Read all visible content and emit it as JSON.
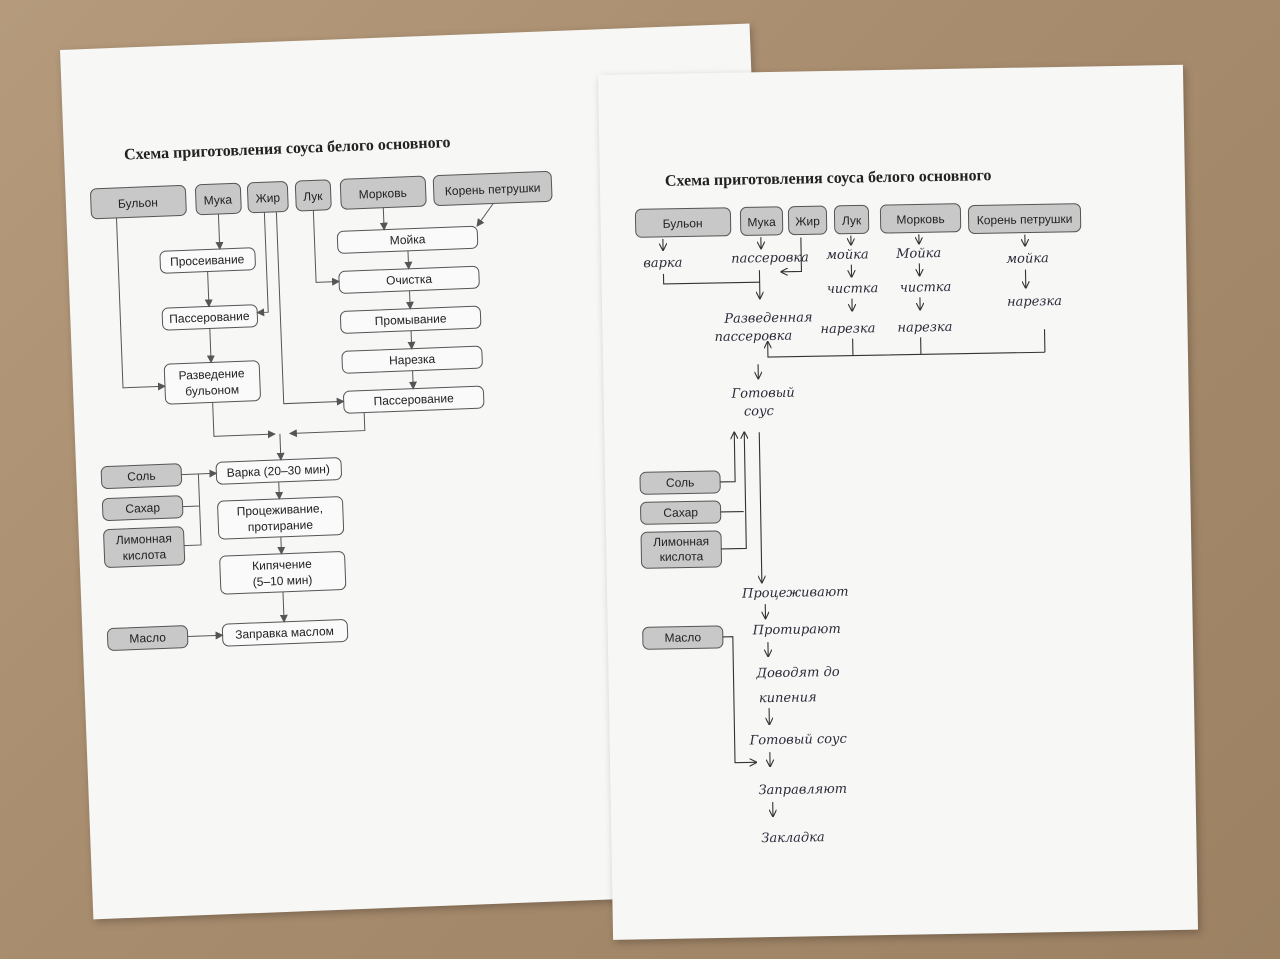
{
  "left_sheet": {
    "title": "Схема приготовления соуса белого основного",
    "ingredients": {
      "broth": "Бульон",
      "flour": "Мука",
      "fat": "Жир",
      "onion": "Лук",
      "carrot": "Морковь",
      "parsley_root": "Корень петрушки",
      "salt": "Соль",
      "sugar": "Сахар",
      "citric_acid_1": "Лимонная",
      "citric_acid_2": "кислота",
      "butter": "Масло"
    },
    "steps": {
      "sifting": "Просеивание",
      "sauteing_flour": "Пассерование",
      "dilution_1": "Разведение",
      "dilution_2": "бульоном",
      "washing": "Мойка",
      "cleaning": "Очистка",
      "rinsing": "Промывание",
      "cutting": "Нарезка",
      "sauteing_veg": "Пассерование",
      "boiling": "Варка (20–30 мин)",
      "straining_1": "Процеживание,",
      "straining_2": "протирание",
      "simmer_1": "Кипячение",
      "simmer_2": "(5–10 мин)",
      "dressing": "Заправка маслом"
    }
  },
  "right_sheet": {
    "title": "Схема приготовления соуса белого основного",
    "ingredients": {
      "broth": "Бульон",
      "flour": "Мука",
      "fat": "Жир",
      "onion": "Лук",
      "carrot": "Морковь",
      "parsley_root": "Корень петрушки",
      "salt": "Соль",
      "sugar": "Сахар",
      "citric_acid_1": "Лимонная",
      "citric_acid_2": "кислота",
      "butter": "Масло"
    },
    "handwritten": {
      "broth_step": "варка",
      "flour_step": "пассеровка",
      "onion_wash": "мойка",
      "onion_clean": "чистка",
      "onion_cut": "нарезка",
      "carrot_wash": "Мойка",
      "carrot_clean": "чистка",
      "carrot_cut": "нарезка",
      "parsley_wash": "мойка",
      "parsley_cut": "нарезка",
      "diluted_1": "Разведенная",
      "diluted_2": "пассеровка",
      "ready_1": "Готовый",
      "ready_2": "соус",
      "strain": "Процеживают",
      "rub": "Протирают",
      "boil_1": "Доводят до",
      "boil_2": "кипения",
      "ready_sauce": "Готовый соус",
      "dress": "Заправляют",
      "stock": "Закладка"
    }
  }
}
